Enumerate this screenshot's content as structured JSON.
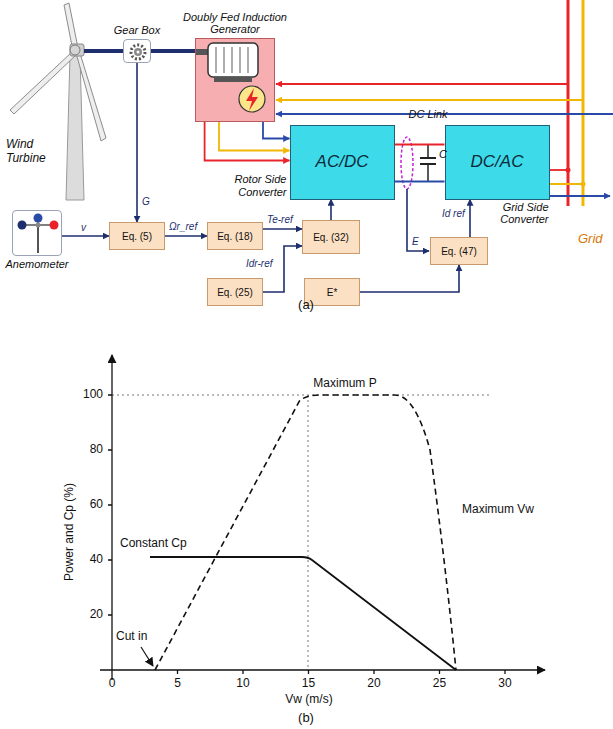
{
  "diagram": {
    "nodes": [
      {
        "text": [
          "Gear Box"
        ]
      },
      {
        "text": [
          "Doubly Fed Induction Generator"
        ]
      },
      {
        "text": [
          "AC/DC",
          "Rotor Side Converter"
        ]
      },
      {
        "text": [
          "DC/AC",
          "Grid Side Converter"
        ]
      },
      {
        "text": [
          "Anemometer"
        ]
      },
      {
        "text": [
          "Eq. (5)"
        ]
      },
      {
        "text": [
          "Eq. (18)"
        ]
      },
      {
        "text": [
          "Eq. (32)"
        ]
      },
      {
        "text": [
          "Eq. (25)"
        ]
      },
      {
        "text": [
          "E*"
        ]
      },
      {
        "text": [
          "Eq. (47)"
        ]
      }
    ],
    "edges": [
      {
        "from": 0,
        "to": 1,
        "arrow": "none"
      },
      {
        "from": 1,
        "to": 2,
        "arrow": "to"
      },
      {
        "from": 2,
        "to": 3,
        "arrow": "none"
      },
      {
        "from": 0,
        "to": 5,
        "label": "G",
        "arrow": "to"
      },
      {
        "from": 4,
        "to": 5,
        "label": "v",
        "arrow": "to"
      },
      {
        "from": 5,
        "to": 6,
        "label": "Ωr_ref",
        "arrow": "to"
      },
      {
        "from": 6,
        "to": 7,
        "label": "Te-ref",
        "arrow": "to"
      },
      {
        "from": 8,
        "to": 7,
        "label": "Idr-ref",
        "arrow": "to"
      },
      {
        "from": 7,
        "to": 2,
        "arrow": "to"
      },
      {
        "from": 9,
        "to": 10,
        "arrow": "to"
      },
      {
        "from": 10,
        "to": 3,
        "label": "Id ref",
        "arrow": "to"
      }
    ],
    "labels": [
      "Wind Turbine",
      "DC Link",
      "C",
      "E",
      "Grid",
      "(a)",
      "100",
      "80",
      "60",
      "40",
      "20",
      "0",
      "5",
      "10",
      "15",
      "20",
      "25",
      "30",
      "Maximum P",
      "Constant Cp",
      "Cut in",
      "Maximum Vw",
      "Power and Cp (%)",
      "Vw (m/s)",
      "(b)"
    ]
  }
}
